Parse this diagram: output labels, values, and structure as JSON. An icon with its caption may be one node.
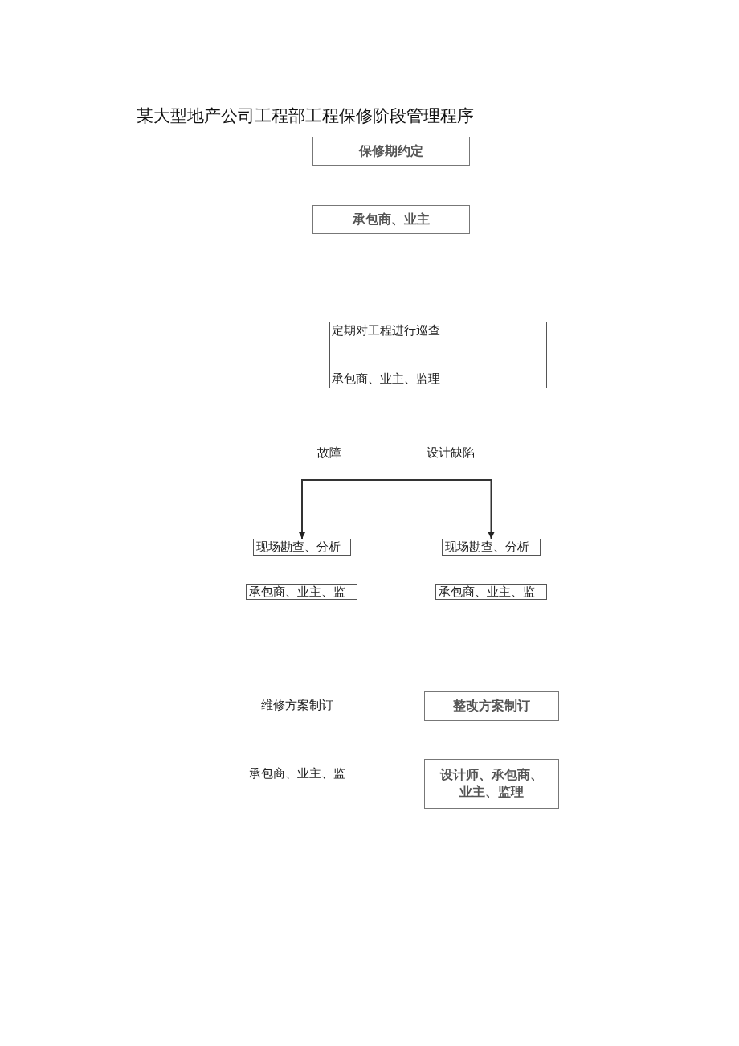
{
  "diagram": {
    "title": "某大型地产公司工程部工程保修阶段管理程序",
    "nodes": [
      {
        "text": [
          "保修期约定"
        ]
      },
      {
        "text": [
          "承包商、业主"
        ]
      },
      {
        "text": [
          "定期对工程进行巡查",
          "承包商、业主、监理"
        ]
      },
      {
        "text": [
          "现场勘查、分析"
        ]
      },
      {
        "text": [
          "现场勘查、分析"
        ]
      },
      {
        "text": [
          "承包商、业主、监"
        ]
      },
      {
        "text": [
          "承包商、业主、监"
        ]
      },
      {
        "text": [
          "整改方案制订"
        ]
      },
      {
        "text": [
          "设计师、承包商、业主、监理"
        ]
      }
    ],
    "edges": [
      {
        "from": null,
        "to": 3,
        "arrow": "to"
      },
      {
        "from": null,
        "to": 4,
        "arrow": "to"
      }
    ],
    "labels": [
      "故障",
      "设计缺陷",
      "维修方案制订",
      "承包商、业主、监"
    ]
  }
}
